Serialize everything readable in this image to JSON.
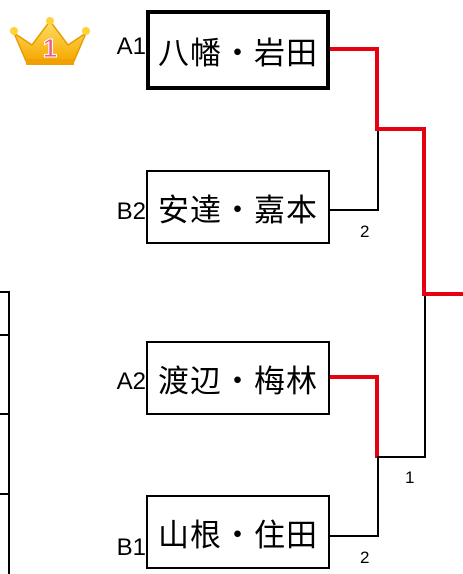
{
  "players": [
    {
      "seed": "A1",
      "name": "八幡・岩田"
    },
    {
      "seed": "B2",
      "name": "安達・嘉本"
    },
    {
      "seed": "A2",
      "name": "渡辺・梅林"
    },
    {
      "seed": "B1",
      "name": "山根・住田"
    }
  ],
  "scores": {
    "match1": "2",
    "semi": "1",
    "match2": "2"
  },
  "champion_icon": "crown-icon",
  "crown_number": "1",
  "colors": {
    "winner_line": "#e60012",
    "loser_line": "#000000",
    "crown_gold": "#f5a800",
    "crown_number": "#ffffff"
  }
}
